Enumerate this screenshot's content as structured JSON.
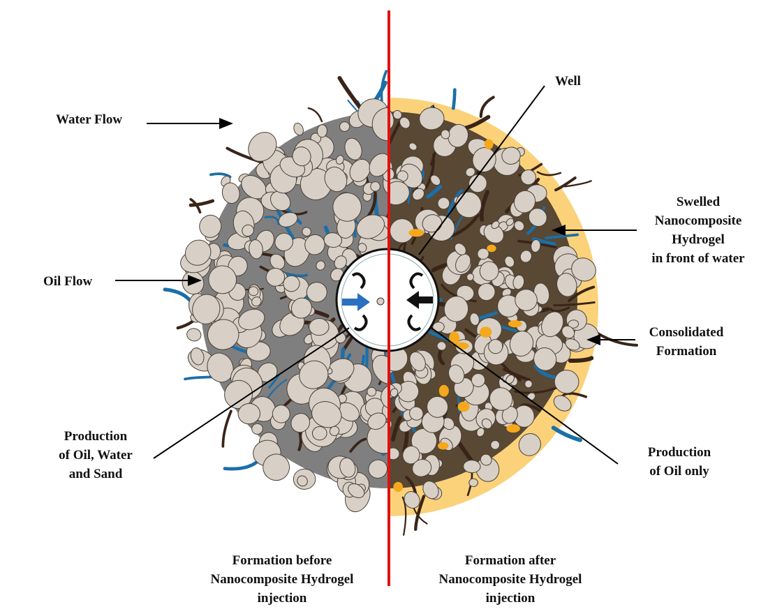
{
  "labels": {
    "water_flow": "Water Flow",
    "oil_flow": "Oil Flow",
    "well": "Well",
    "swelled": [
      "Swelled",
      "Nanocomposite",
      "Hydrogel",
      "in front of water"
    ],
    "consolidated": [
      "Consolidated",
      "Formation"
    ],
    "production_left": [
      "Production",
      "of Oil, Water",
      "and Sand"
    ],
    "production_right": [
      "Production",
      "of Oil only"
    ],
    "before": [
      "Formation before",
      "Nanocomposite Hydrogel",
      "injection"
    ],
    "after": [
      "Formation after",
      "Nanocomposite Hydrogel",
      "injection"
    ]
  },
  "colors": {
    "divider": "#e01010",
    "water": "#1b6fa8",
    "oil": "#3a2418",
    "grain": "#d8d0c6",
    "hydrogel": "#f5a81c",
    "consolidated_bg": "#fbd27a"
  }
}
